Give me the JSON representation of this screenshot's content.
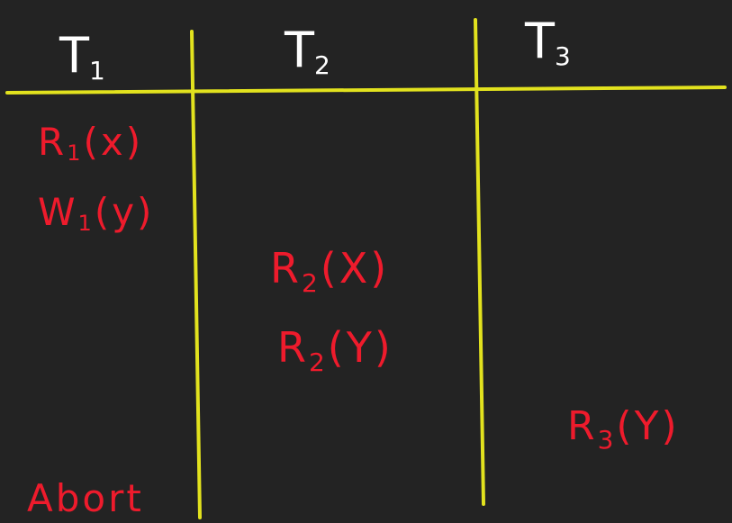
{
  "colors": {
    "background": "#232323",
    "grid_lines": "#e2e21e",
    "headers": "#ffffff",
    "operations": "#ee1b2c"
  },
  "columns": [
    {
      "header": {
        "base": "T",
        "sub": "1"
      },
      "ops": [
        {
          "base": "R",
          "sub": "1",
          "arg": "(x)"
        },
        {
          "base": "W",
          "sub": "1",
          "arg": "(y)"
        },
        {
          "text": "Abort"
        }
      ]
    },
    {
      "header": {
        "base": "T",
        "sub": "2"
      },
      "ops": [
        {
          "base": "R",
          "sub": "2",
          "arg": "(X)"
        },
        {
          "base": "R",
          "sub": "2",
          "arg": "(Y)"
        }
      ]
    },
    {
      "header": {
        "base": "T",
        "sub": "3"
      },
      "ops": [
        {
          "base": "R",
          "sub": "3",
          "arg": "(Y)"
        }
      ]
    }
  ]
}
